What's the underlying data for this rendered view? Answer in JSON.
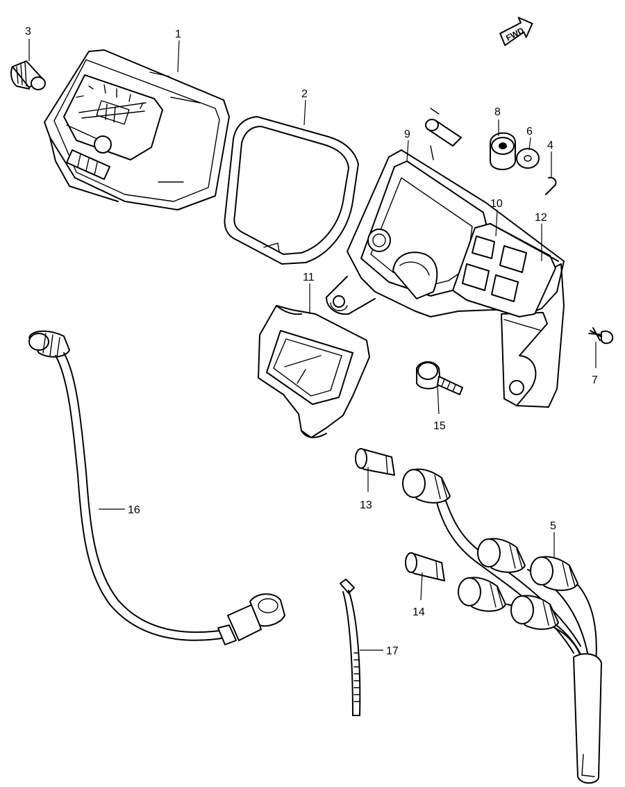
{
  "diagram": {
    "fwd_label": "FWD",
    "callouts": [
      {
        "id": "1",
        "label": "1"
      },
      {
        "id": "2",
        "label": "2"
      },
      {
        "id": "3",
        "label": "3"
      },
      {
        "id": "4",
        "label": "4"
      },
      {
        "id": "5",
        "label": "5"
      },
      {
        "id": "6",
        "label": "6"
      },
      {
        "id": "7",
        "label": "7"
      },
      {
        "id": "8",
        "label": "8"
      },
      {
        "id": "9",
        "label": "9"
      },
      {
        "id": "10",
        "label": "10"
      },
      {
        "id": "11",
        "label": "11"
      },
      {
        "id": "12",
        "label": "12"
      },
      {
        "id": "13",
        "label": "13"
      },
      {
        "id": "14",
        "label": "14"
      },
      {
        "id": "15",
        "label": "15"
      },
      {
        "id": "16",
        "label": "16"
      },
      {
        "id": "17",
        "label": "17"
      }
    ]
  }
}
